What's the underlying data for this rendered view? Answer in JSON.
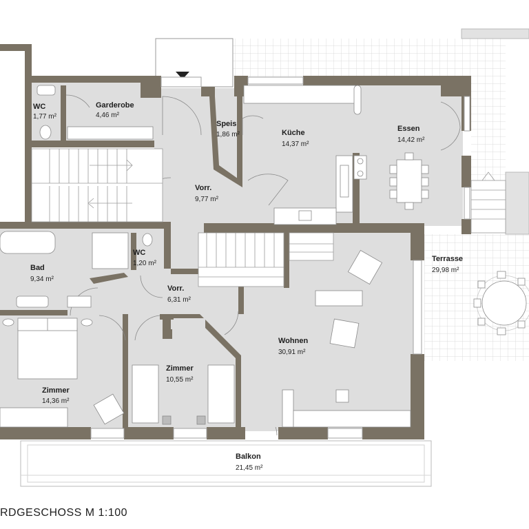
{
  "title": "RDGESCHOSS  M 1:100",
  "colors": {
    "wall": "#7a7264",
    "floor": "#dedede",
    "tile_line": "#d4d4d4",
    "furniture": "#ffffff",
    "line": "#8a8a8a",
    "text": "#1e1e1e"
  },
  "rooms": [
    {
      "id": "wc1",
      "name": "WC",
      "area": "1,77 m²"
    },
    {
      "id": "garderobe",
      "name": "Garderobe",
      "area": "4,46 m²"
    },
    {
      "id": "speis",
      "name": "Speis",
      "area": "1,86 m²"
    },
    {
      "id": "kueche",
      "name": "Küche",
      "area": "14,37 m²"
    },
    {
      "id": "essen",
      "name": "Essen",
      "area": "14,42 m²"
    },
    {
      "id": "vorr1",
      "name": "Vorr.",
      "area": "9,77 m²"
    },
    {
      "id": "terrasse",
      "name": "Terrasse",
      "area": "29,98 m²"
    },
    {
      "id": "bad",
      "name": "Bad",
      "area": "9,34 m²"
    },
    {
      "id": "wc2",
      "name": "WC",
      "area": "1,20 m²"
    },
    {
      "id": "vorr2",
      "name": "Vorr.",
      "area": "6,31 m²"
    },
    {
      "id": "wohnen",
      "name": "Wohnen",
      "area": "30,91 m²"
    },
    {
      "id": "zimmer1",
      "name": "Zimmer",
      "area": "14,36 m²"
    },
    {
      "id": "zimmer2",
      "name": "Zimmer",
      "area": "10,55 m²"
    },
    {
      "id": "balkon",
      "name": "Balkon",
      "area": "21,45 m²"
    }
  ]
}
